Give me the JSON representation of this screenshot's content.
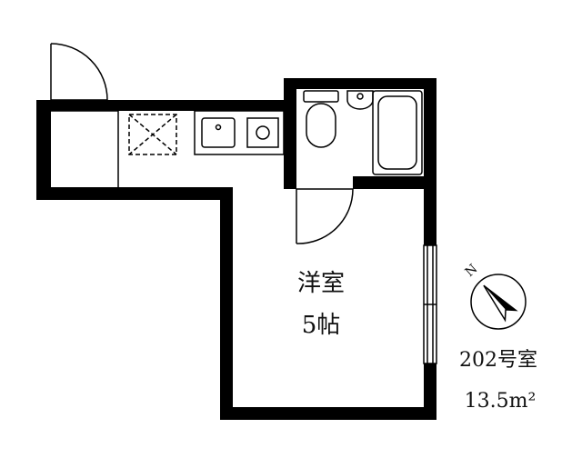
{
  "room": {
    "name": "洋室",
    "size": "5帖"
  },
  "unit": {
    "number": "202号室",
    "area": "13.5m²"
  },
  "compass": {
    "label": "N"
  },
  "colors": {
    "wall": "#000000",
    "fixture": "#1a1a1a",
    "background": "#ffffff"
  }
}
